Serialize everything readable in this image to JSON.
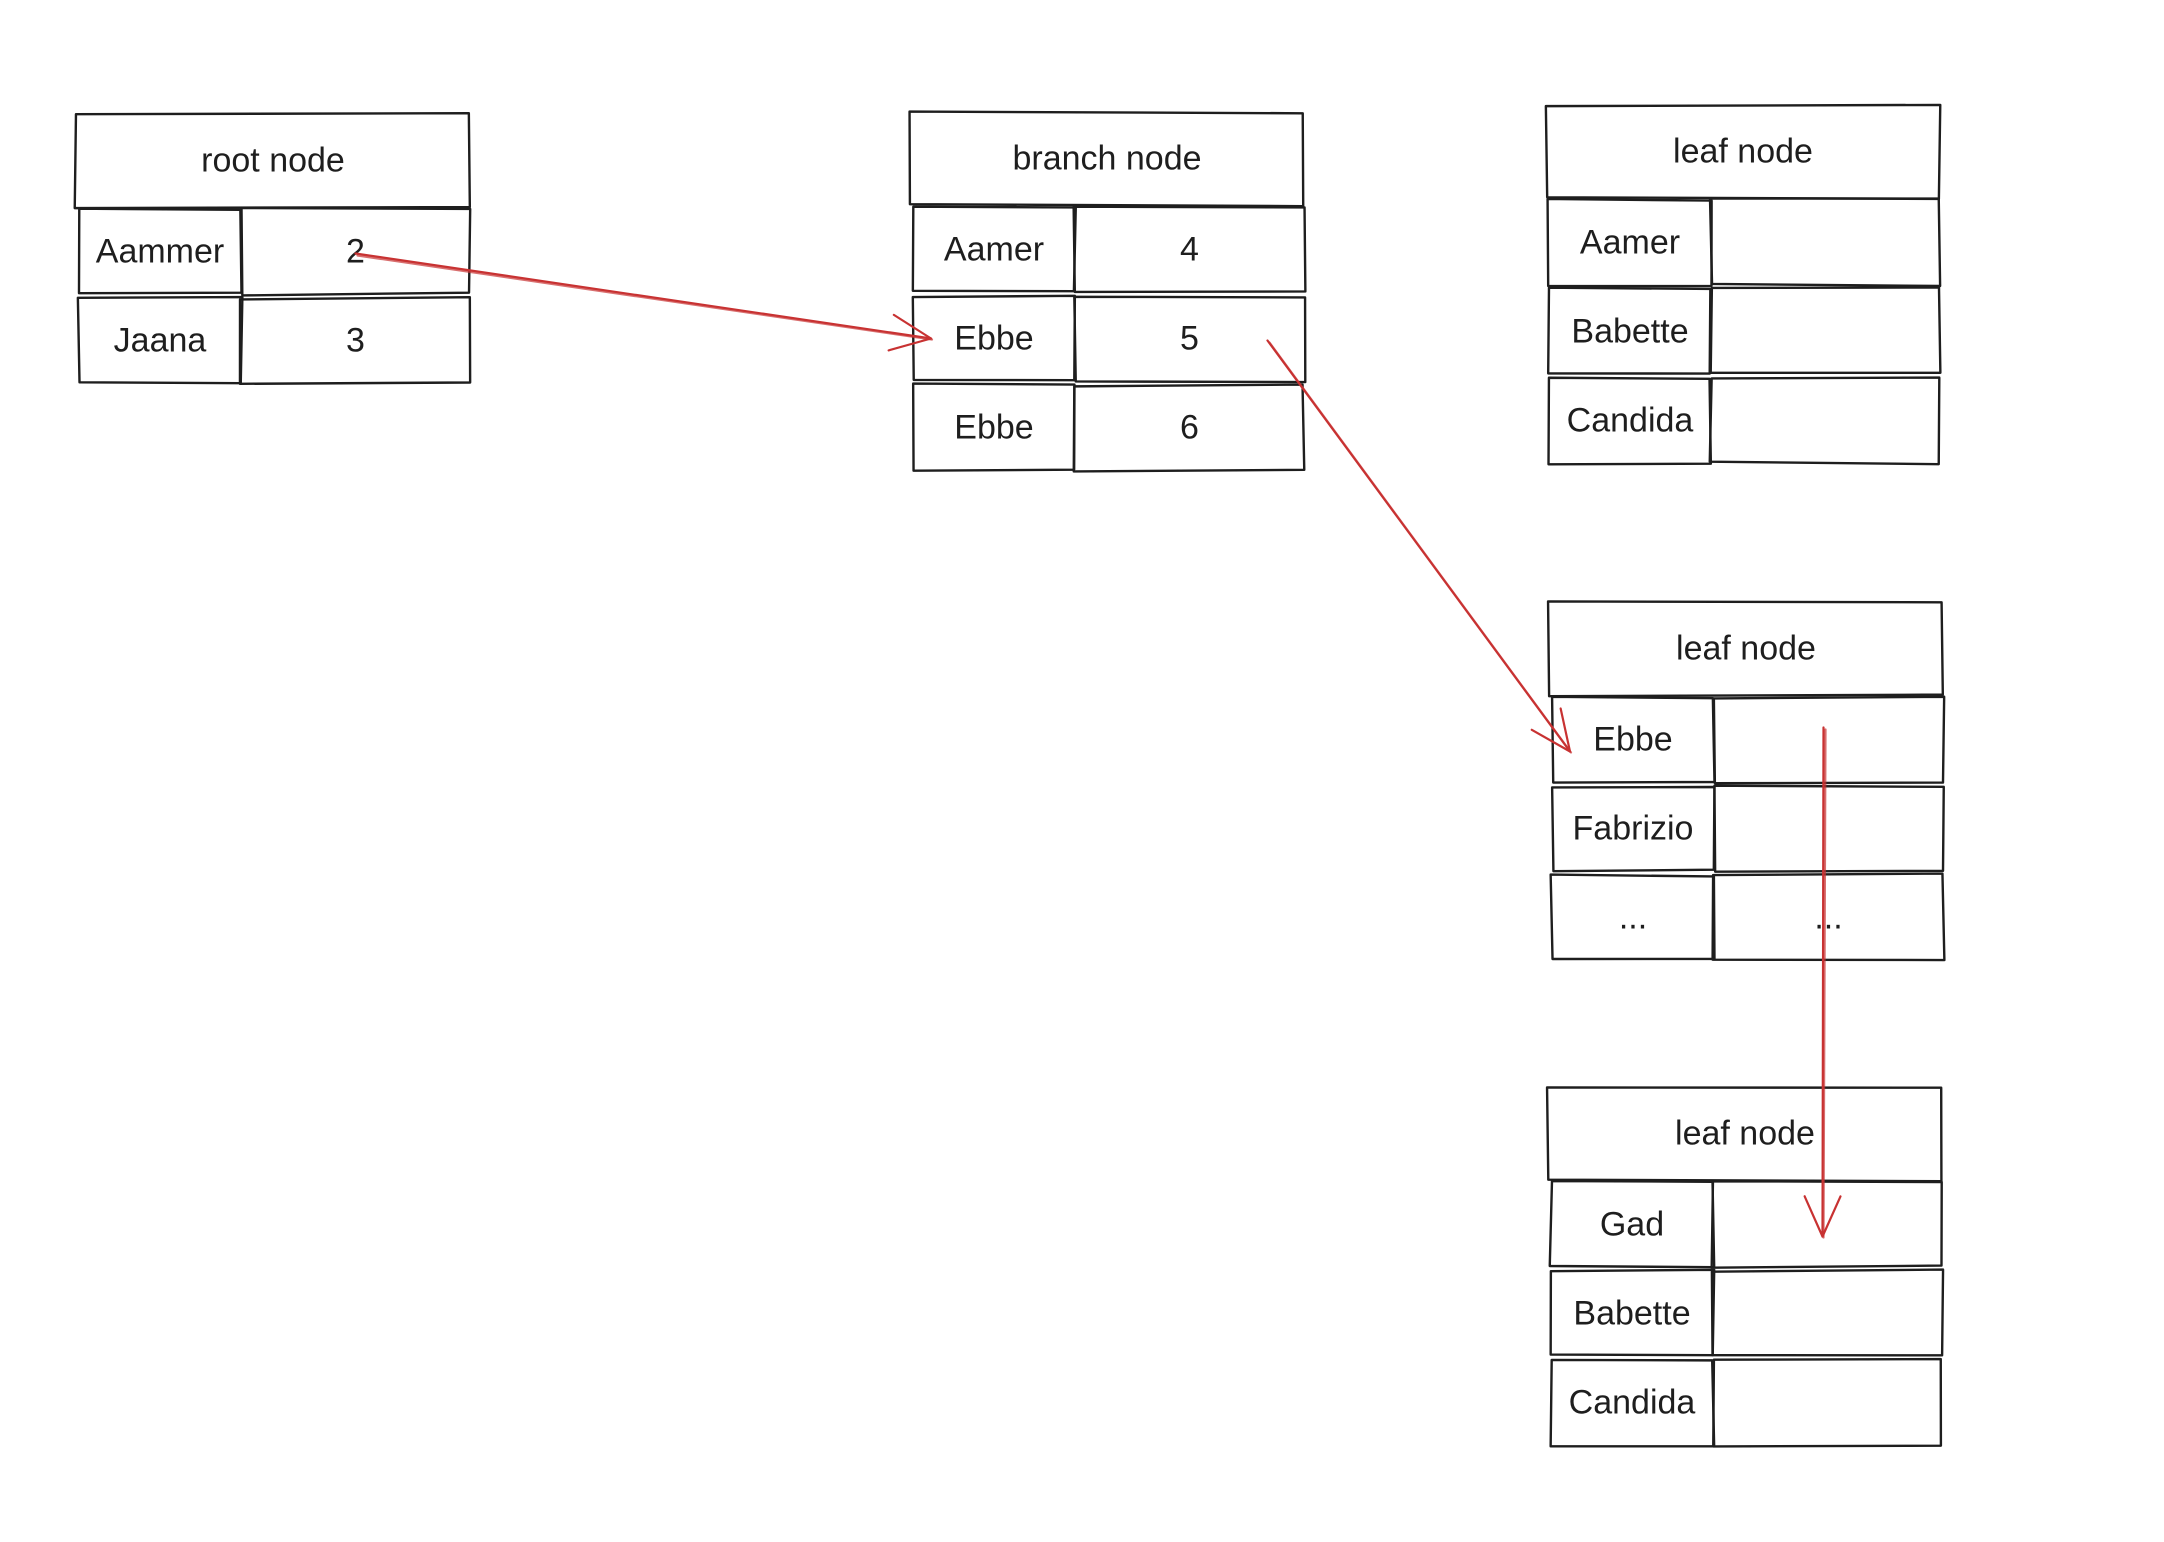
{
  "diagram": {
    "stroke_color": "#1e1e1e",
    "arrow_color": "#c83232",
    "background": "#ffffff",
    "nodes": [
      {
        "id": "root",
        "title": "root node",
        "rows": [
          {
            "key": "Aammer",
            "value": "2"
          },
          {
            "key": "Jaana",
            "value": "3"
          }
        ]
      },
      {
        "id": "branch",
        "title": "branch node",
        "rows": [
          {
            "key": "Aamer",
            "value": "4"
          },
          {
            "key": "Ebbe",
            "value": "5"
          },
          {
            "key": "Ebbe",
            "value": "6"
          }
        ]
      },
      {
        "id": "leaf1",
        "title": "leaf node",
        "rows": [
          {
            "key": "Aamer",
            "value": ""
          },
          {
            "key": "Babette",
            "value": ""
          },
          {
            "key": "Candida",
            "value": ""
          }
        ]
      },
      {
        "id": "leaf2",
        "title": "leaf node",
        "rows": [
          {
            "key": "Ebbe",
            "value": ""
          },
          {
            "key": "Fabrizio",
            "value": ""
          },
          {
            "key": "...",
            "value": "..."
          }
        ]
      },
      {
        "id": "leaf3",
        "title": "leaf node",
        "rows": [
          {
            "key": "Gad",
            "value": ""
          },
          {
            "key": "Babette",
            "value": ""
          },
          {
            "key": "Candida",
            "value": ""
          }
        ]
      }
    ],
    "arrows": [
      {
        "from": "root",
        "from_row": 0,
        "to": "branch",
        "to_row": 1
      },
      {
        "from": "branch",
        "from_row": 1,
        "to": "leaf2",
        "to_row": 0
      },
      {
        "from": "leaf2",
        "from_row": 0,
        "to": "leaf3",
        "to_row": 0
      }
    ]
  }
}
